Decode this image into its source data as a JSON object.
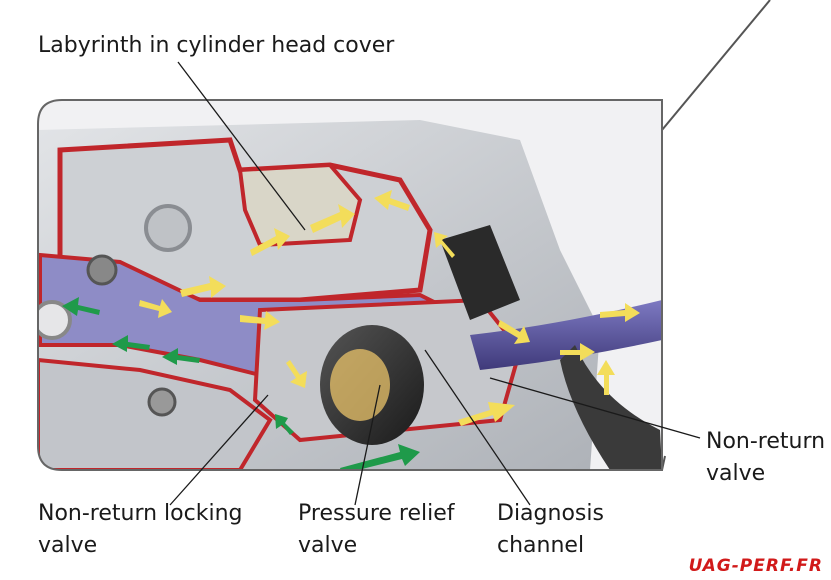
{
  "labels": {
    "labyrinth": "Labyrinth in cylinder head cover",
    "non_return_locking": [
      "Non-return locking",
      "valve"
    ],
    "pressure_relief": [
      "Pressure relief",
      "valve"
    ],
    "diagnosis": [
      "Diagnosis",
      "channel"
    ],
    "non_return": [
      "Non-return",
      "valve"
    ]
  },
  "watermark": "UAG-PERF.FR",
  "colors": {
    "housing": "#c9ccd0",
    "cut_red": "#c0262b",
    "oil_blue": "#7a78b8",
    "flow_yellow": "#f3dd5a",
    "flow_green": "#1f9a4a",
    "hose": "#4f4a8c"
  }
}
